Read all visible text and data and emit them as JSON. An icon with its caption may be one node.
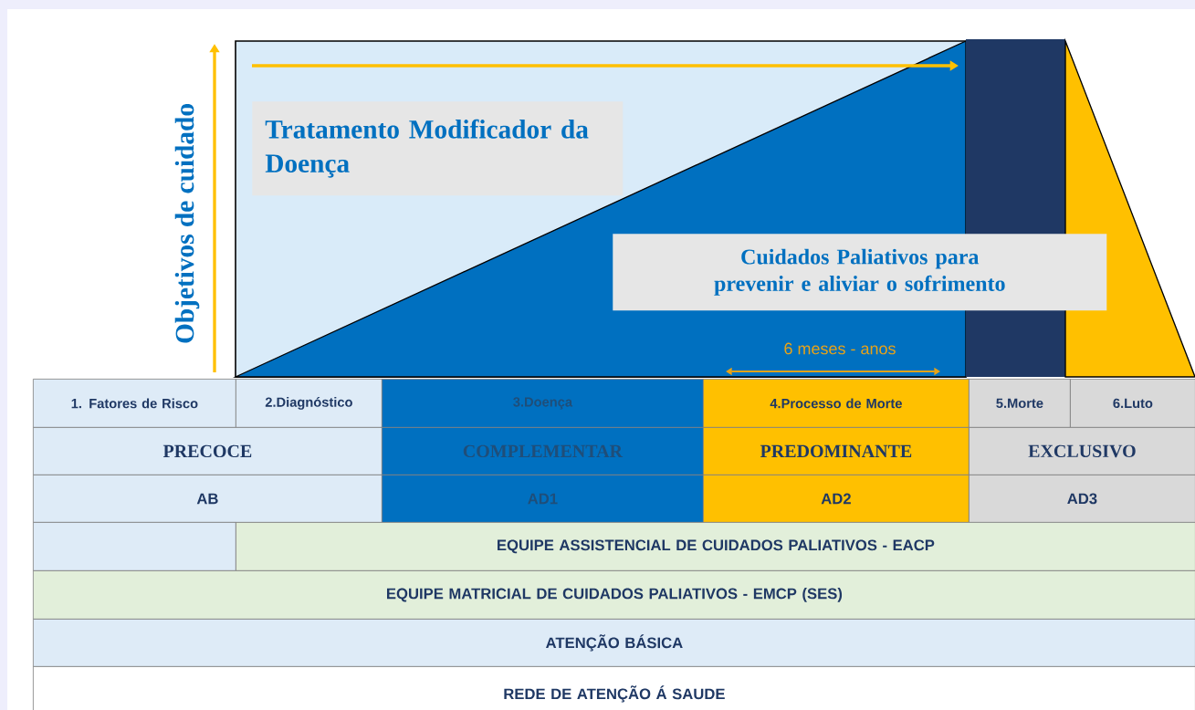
{
  "diagram": {
    "nodes": [
      {
        "text": [
          "Tratamento Modificador da Doença"
        ]
      },
      {
        "text": [
          "Cuidados Paliativos para prevenir e aliviar o sofrimento"
        ]
      },
      {
        "text": [
          "1. Fatores de Risco"
        ]
      },
      {
        "text": [
          "2.Diagnóstico"
        ]
      },
      {
        "text": [
          "3.Doença"
        ]
      },
      {
        "text": [
          "4.Processo de Morte"
        ]
      },
      {
        "text": [
          "5.Morte"
        ]
      },
      {
        "text": [
          "6.Luto"
        ]
      },
      {
        "text": [
          "PRECOCE"
        ]
      },
      {
        "text": [
          "COMPLEMENTAR"
        ]
      },
      {
        "text": [
          "PREDOMINANTE"
        ]
      },
      {
        "text": [
          "EXCLUSIVO"
        ]
      },
      {
        "text": [
          "AB"
        ]
      },
      {
        "text": [
          "AD1"
        ]
      },
      {
        "text": [
          "AD2"
        ]
      },
      {
        "text": [
          "AD3"
        ]
      },
      {
        "text": [],
        "shape": "box"
      },
      {
        "text": [
          "EQUIPE ASSISTENCIAL DE CUIDADOS PALIATIVOS - EACP"
        ]
      },
      {
        "text": [
          "EQUIPE MATRICIAL DE CUIDADOS PALIATIVOS - EMCP (SES)"
        ]
      },
      {
        "text": [
          "ATENÇÃO BÁSICA"
        ]
      },
      {
        "text": [
          "REDE DE ATENÇÃO Á SAUDE"
        ]
      }
    ],
    "labels": [
      "Objetivos de cuidado",
      "6 meses - anos"
    ]
  }
}
